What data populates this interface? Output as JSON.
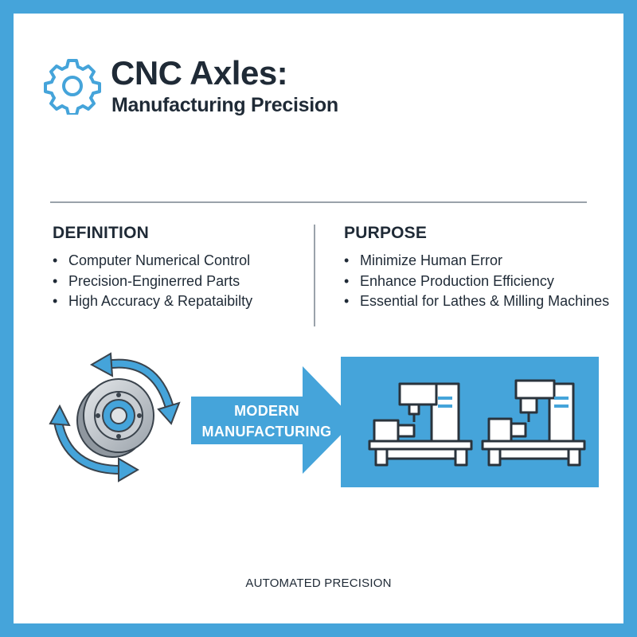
{
  "header": {
    "title": "CNC Axles:",
    "subtitle": "Manufacturing Precision",
    "icon": "gear-icon"
  },
  "definition": {
    "heading": "DEFINITION",
    "items": [
      "Computer Numerical Control",
      "Precision-Enginerred Parts",
      "High Accuracy & Repataibilty"
    ]
  },
  "purpose": {
    "heading": "PURPOSE",
    "items": [
      "Minimize Human Error",
      "Enhance Production Efficiency",
      "Essential for Lathes & Milling Machines"
    ]
  },
  "flow": {
    "hub_icon": "rotating-axle-icon",
    "arrow_label_line1": "MODERN",
    "arrow_label_line2": "MANUFACTURING",
    "machine_icons": [
      "lathe-machine-icon",
      "milling-machine-icon"
    ]
  },
  "footer": {
    "text": "AUTOMATED PRECISION"
  },
  "colors": {
    "accent": "#45a4da",
    "text": "#1f2a36",
    "rule": "#9aa2aa"
  }
}
